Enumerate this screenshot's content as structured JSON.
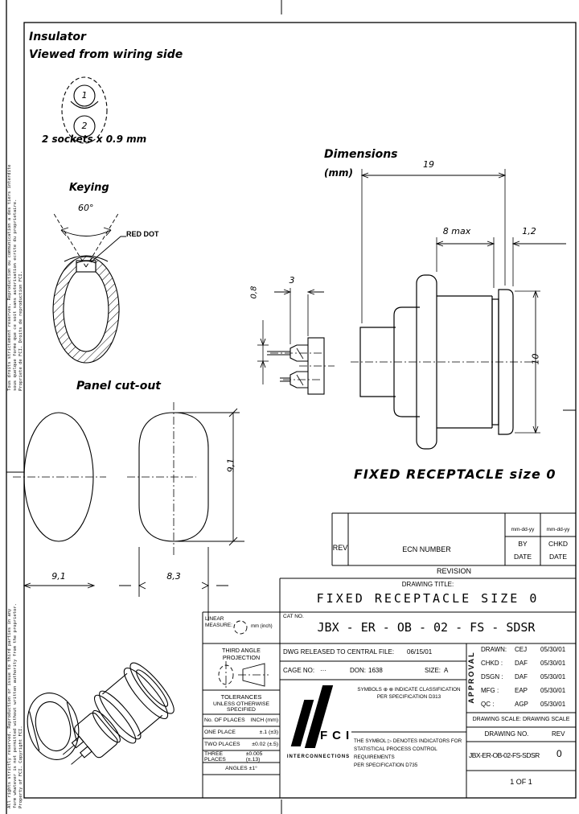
{
  "drawing": {
    "insulator": {
      "title": "Insulator",
      "subtitle": "Viewed from wiring side",
      "socket_top": "1",
      "socket_bottom": "2",
      "caption": "2 sockets x 0.9 mm"
    },
    "keying": {
      "title": "Keying",
      "angle": "60°",
      "red_dot": "RED DOT"
    },
    "panel_cutout": {
      "title": "Panel cut-out",
      "circle_width": "9,1",
      "dd_width": "8,3",
      "dd_height": "9,1"
    },
    "dimensions": {
      "title": "Dimensions",
      "units": "(mm)",
      "overall_length": "19",
      "barrel_length": "8 max",
      "flange_thickness": "1,2",
      "contact_projection": "3",
      "socket_diameter": "0,8",
      "bell_diameter": "10"
    },
    "caption": "FIXED RECEPTACLE size 0"
  },
  "revision_table": {
    "rev_header": "REV",
    "ecn_header": "ECN NUMBER",
    "by_header": "BY",
    "by_sub": "DATE",
    "chkd_header": "CHKD",
    "chkd_sub": "DATE",
    "by_date_format": "mm-dd-yy",
    "chkd_date_format": "mm-dd-yy",
    "footer": "REVISION"
  },
  "title_block": {
    "drawing_title_label": "DRAWING TITLE:",
    "drawing_title": "FIXED RECEPTACLE SIZE 0",
    "cat_no_label": "CAT NO.",
    "cat_no": "JBX - ER - OB - 02 - FS - SDSR",
    "released_label": "DWG RELEASED TO CENTRAL FILE:",
    "released_date": "06/15/01",
    "cage_label": "CAGE NO:",
    "cage_value": "···",
    "don_label": "DON:",
    "don_value": "1638",
    "size_label": "SIZE:",
    "size_value": "A",
    "linear_measure_label": "LINEAR MEASURE:",
    "linear_measure_value": "mm (inch)",
    "projection_label": "THIRD ANGLE PROJECTION",
    "tolerances_line1": "TOLERANCES",
    "tolerances_line2": "UNLESS OTHERWISE SPECIFIED",
    "tolerance_rows": [
      {
        "label": "No. OF PLACES",
        "value": "INCH (mm)"
      },
      {
        "label": "ONE PLACE",
        "value": "±.1 (±3)"
      },
      {
        "label": "TWO PLACES",
        "value": "±0.02 (±.5)"
      },
      {
        "label": "THREE PLACES",
        "value": "±0.005 (±.13)"
      },
      {
        "label": "ANGLES ±1°",
        "value": ""
      }
    ],
    "approval_vertical": "APPROVAL",
    "approvals": [
      {
        "role": "DRAWN:",
        "name": "CEJ",
        "date": "05/30/01"
      },
      {
        "role": "CHKD :",
        "name": "DAF",
        "date": "05/30/01"
      },
      {
        "role": "DSGN :",
        "name": "DAF",
        "date": "05/30/01"
      },
      {
        "role": "MFG :",
        "name": "EAP",
        "date": "05/30/01"
      },
      {
        "role": "QC :",
        "name": "AGP",
        "date": "05/30/01"
      }
    ],
    "scale_label": "DRAWING SCALE: DRAWING SCALE",
    "drawing_no_label": "DRAWING NO.",
    "rev_label": "REV",
    "drawing_no": "JBX-ER-OB-02-FS-SDSR",
    "rev_value": "0",
    "sheet": "1 OF 1",
    "logo_text": "FCI",
    "logo_sub": "INTERCONNECTIONS",
    "symbols_note_line1": "SYMBOLS ⊕ ⊗ INDICATE CLASSIFICATION",
    "symbols_note_line2": "PER SPECIFICATION D313",
    "spc_note_line1": "THE SYMBOL ▷ DENOTES INDICATORS FOR",
    "spc_note_line2": "STATISTICAL PROCESS CONTROL REQUIREMENTS",
    "spc_note_line3": "PER SPECIFICATION D735"
  },
  "margin_notes": {
    "french_line1": "Tous droits strictement reserves. Reproduction ou communication a des tiers interdite",
    "french_line2": "sous quelque forme que ce soit sans autorisation ecrite du proprietaire.",
    "french_line3": "Propriete de FCI. Droits de reproduction FCI.",
    "english_line1": "All rights strictly reserved. Reproduction or issue to third parties in any",
    "english_line2": "form whatever is not permitted without written authority from the proprietor.",
    "english_line3": "Property of FCI. Copyright FCI."
  }
}
